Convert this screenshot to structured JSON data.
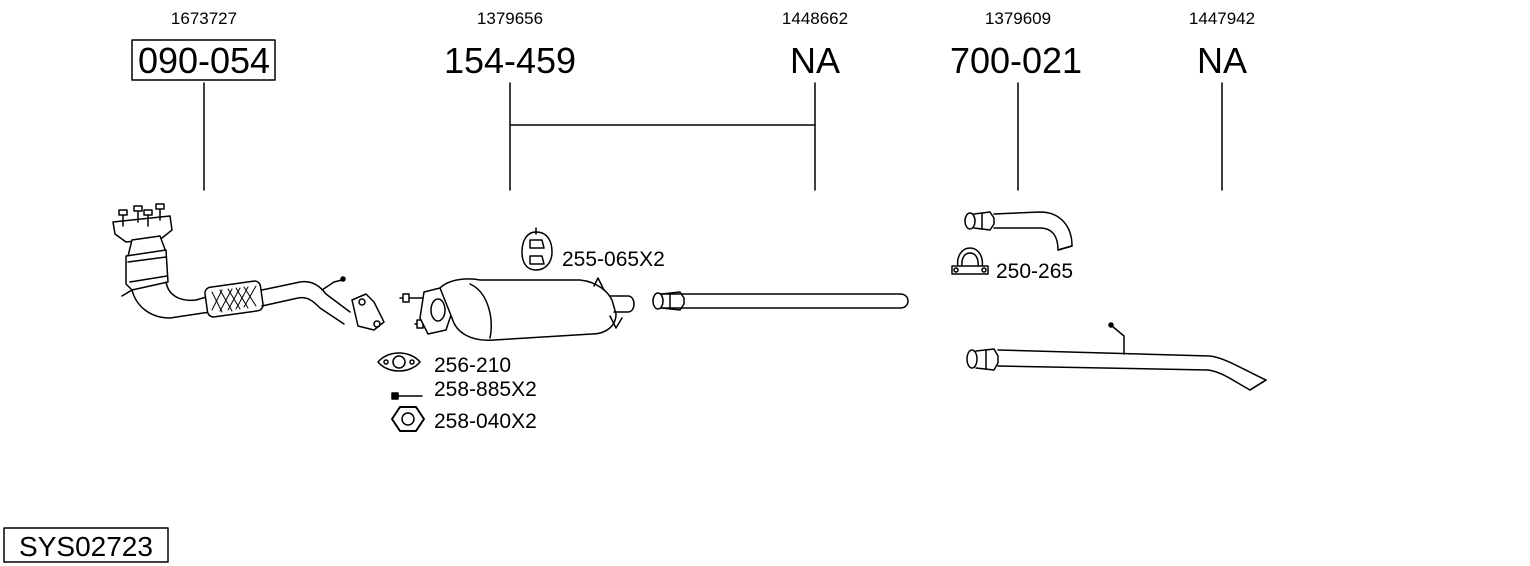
{
  "columns": [
    {
      "oem": "1673727",
      "part": "090-054",
      "boxed": true
    },
    {
      "oem": "1379656",
      "part": "154-459",
      "boxed": false
    },
    {
      "oem": "1448662",
      "part": "NA",
      "boxed": false
    },
    {
      "oem": "1379609",
      "part": "700-021",
      "boxed": false
    },
    {
      "oem": "1447942",
      "part": "NA",
      "boxed": false
    }
  ],
  "accessories": [
    {
      "code": "255-065X2",
      "icon": "rubber-hanger-icon"
    },
    {
      "code": "256-210",
      "icon": "flange-gasket-icon"
    },
    {
      "code": "258-885X2",
      "icon": "bolt-icon"
    },
    {
      "code": "258-040X2",
      "icon": "hex-nut-icon"
    },
    {
      "code": "250-265",
      "icon": "pipe-clamp-icon"
    }
  ],
  "system_code": "SYS02723"
}
